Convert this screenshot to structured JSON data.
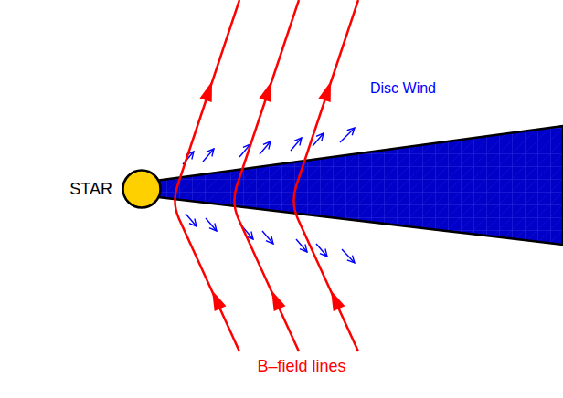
{
  "diagram": {
    "nodes": [
      {
        "text": [
          "STAR"
        ]
      }
    ],
    "labels": [
      "Disc Wind",
      "B–field lines"
    ]
  }
}
